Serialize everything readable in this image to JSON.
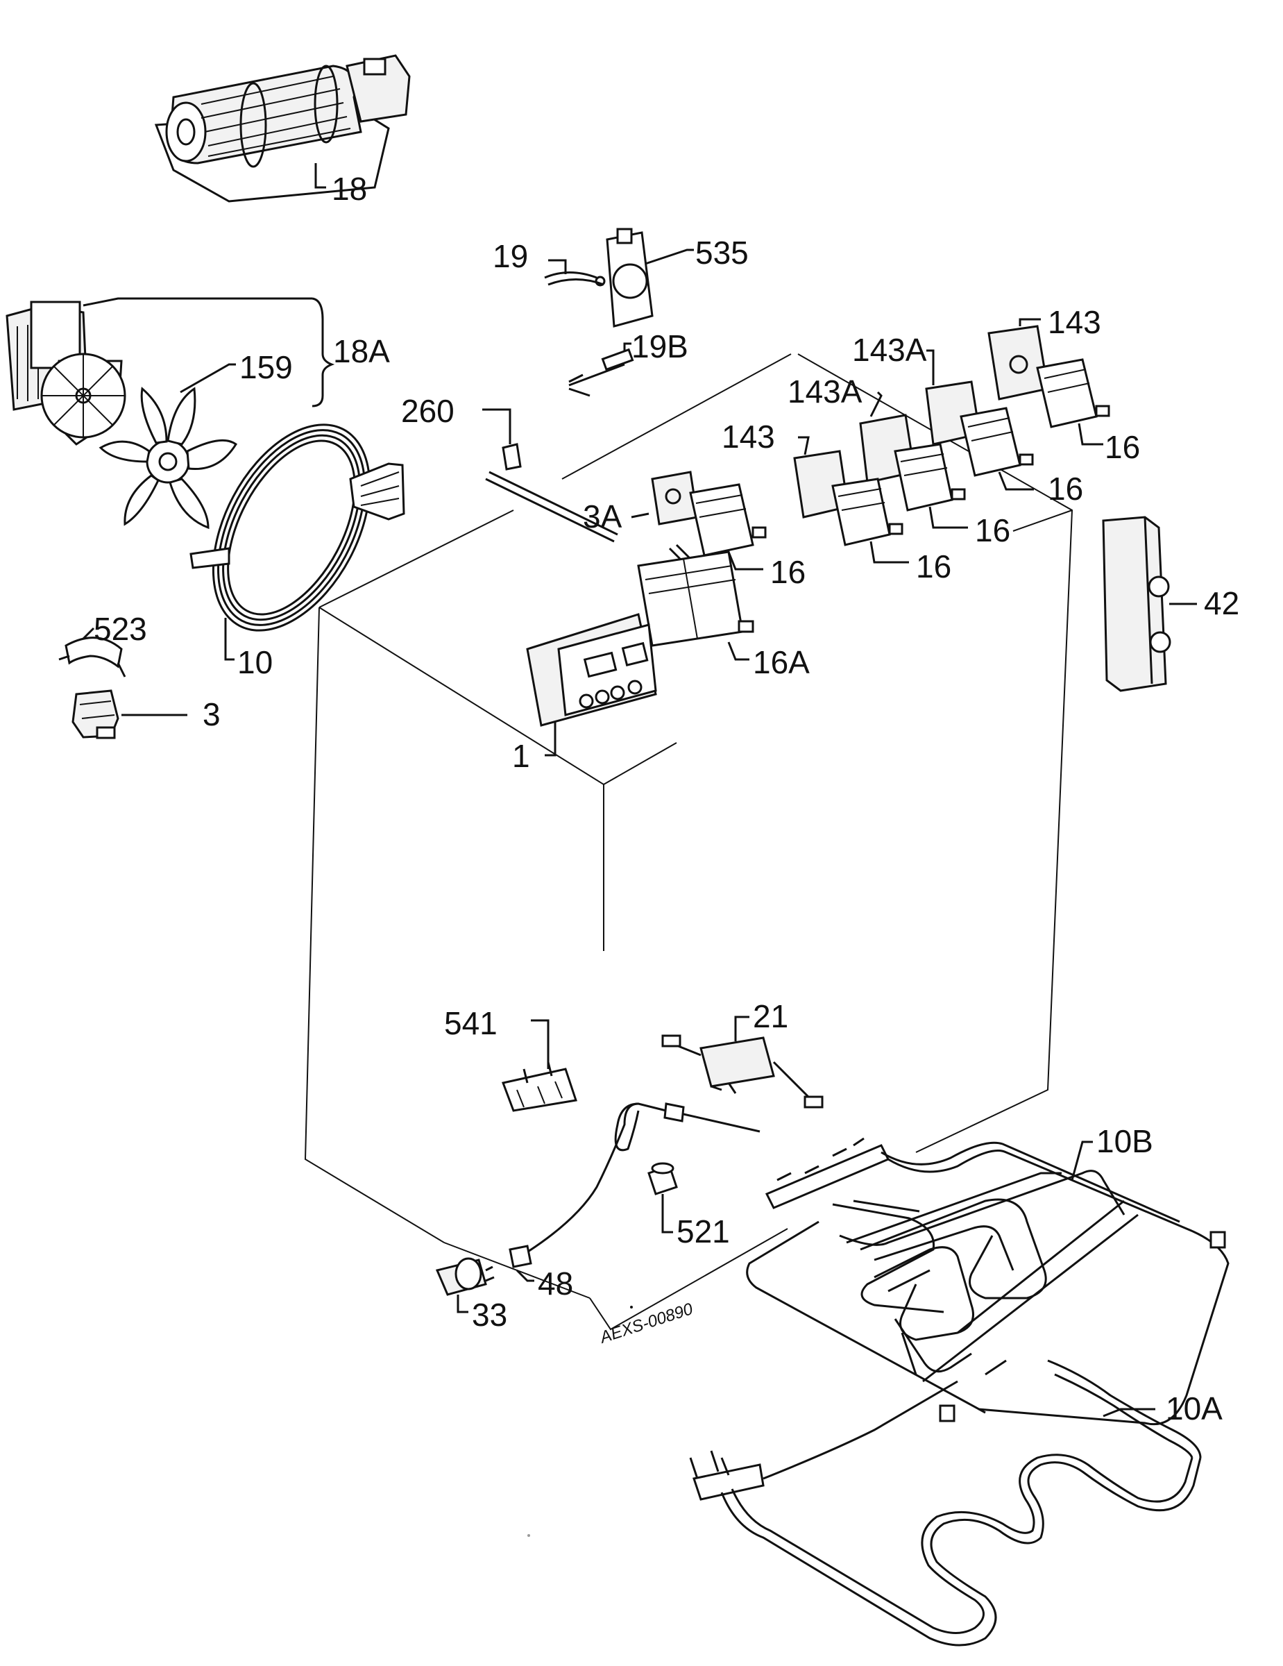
{
  "diagram": {
    "drawing_code": "AEXS-00890",
    "labels": {
      "l18": "18",
      "l18a": "18A",
      "l159": "159",
      "l19": "19",
      "l535": "535",
      "l19b": "19B",
      "l260": "260",
      "l143_top": "143",
      "l143a_1": "143A",
      "l143a_2": "143A",
      "l143_2": "143",
      "l16_a": "16",
      "l16_b": "16",
      "l16_c": "16",
      "l16_d": "16",
      "l16_e": "16",
      "l3a": "3A",
      "l16a": "16A",
      "l42": "42",
      "l523": "523",
      "l10": "10",
      "l3": "3",
      "l1": "1",
      "l541": "541",
      "l21": "21",
      "l10b": "10B",
      "l521": "521",
      "l48": "48",
      "l33": "33",
      "l10a": "10A"
    }
  }
}
